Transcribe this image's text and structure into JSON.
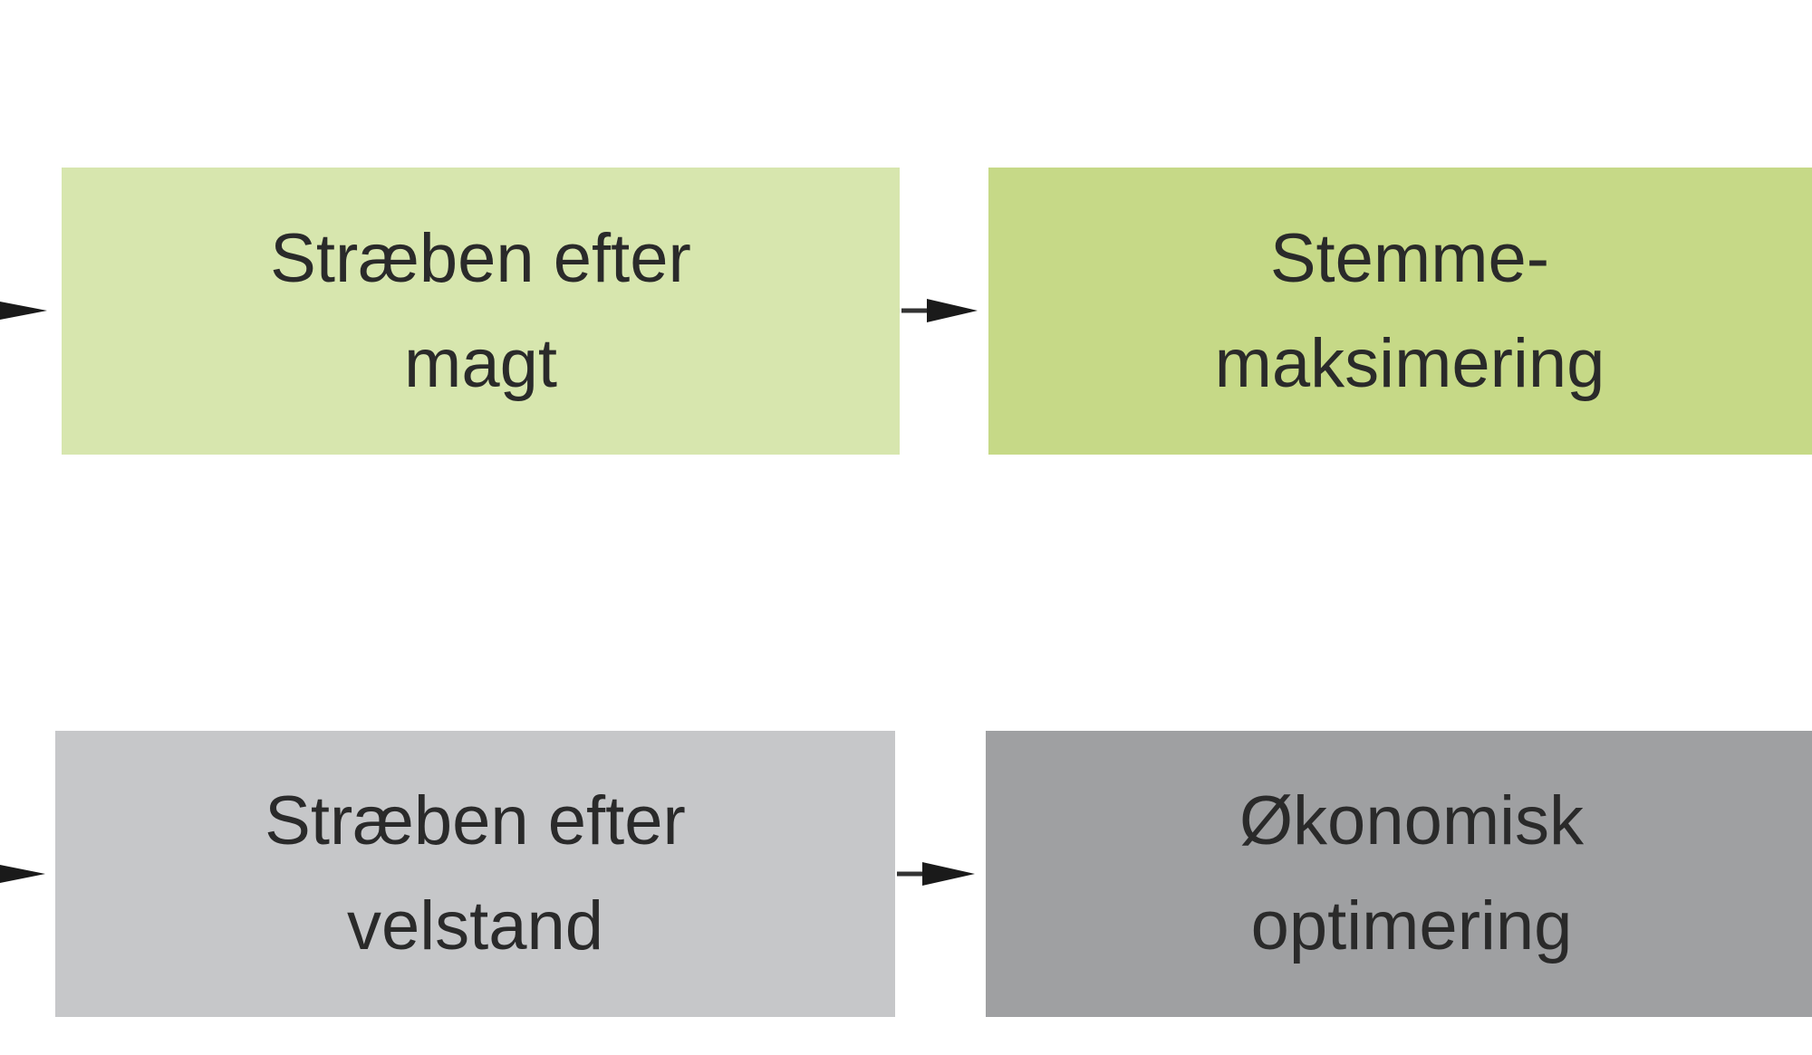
{
  "rows": [
    {
      "boxes": [
        {
          "lines": [
            "Stræben efter",
            "magt"
          ],
          "color": "#d7e6ae"
        },
        {
          "lines": [
            "Stemme-",
            "maksimering"
          ],
          "color": "#c6d987"
        }
      ]
    },
    {
      "boxes": [
        {
          "lines": [
            "Stræben efter",
            "velstand"
          ],
          "color": "#c6c7c9"
        },
        {
          "lines": [
            "Økonomisk",
            "optimering"
          ],
          "color": "#9fa0a2"
        }
      ]
    }
  ]
}
